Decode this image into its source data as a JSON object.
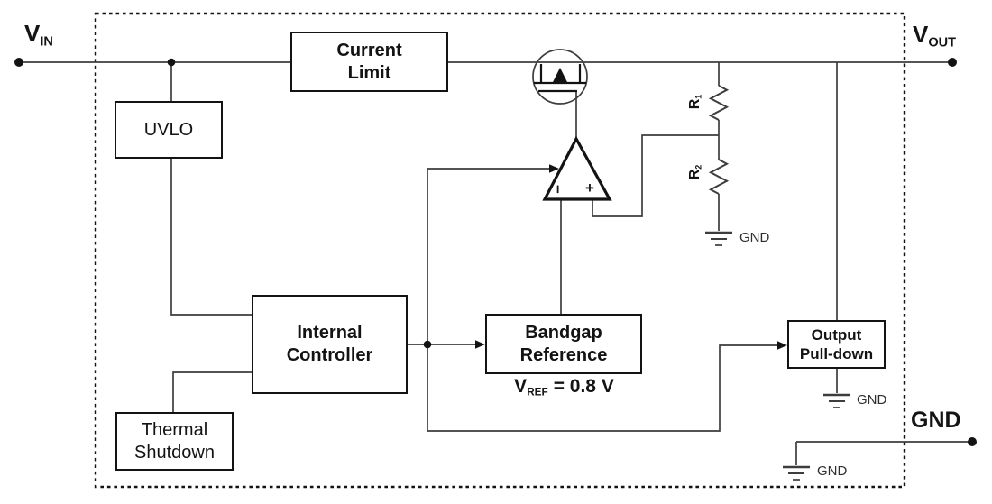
{
  "diagram": {
    "pins": {
      "vin": {
        "base": "V",
        "sub": "IN"
      },
      "vout": {
        "base": "V",
        "sub": "OUT"
      },
      "gnd": {
        "label": "GND"
      }
    },
    "blocks": {
      "current_limit": {
        "line1": "Current",
        "line2": "Limit"
      },
      "uvlo": {
        "line1": "UVLO"
      },
      "internal_controller": {
        "line1": "Internal",
        "line2": "Controller"
      },
      "thermal_shutdown": {
        "line1": "Thermal",
        "line2": "Shutdown"
      },
      "bandgap_reference": {
        "line1": "Bandgap",
        "line2": "Reference"
      },
      "output_pulldown": {
        "line1": "Output",
        "line2": "Pull-down"
      }
    },
    "annotations": {
      "vref": {
        "base": "V",
        "sub": "REF",
        "rest": "= 0.8 V"
      },
      "r1": {
        "base": "R",
        "sub": "1"
      },
      "r2": {
        "base": "R",
        "sub": "2"
      },
      "gnd_r2": "GND",
      "gnd_pulldown": "GND",
      "gnd_pin_symbol": "GND",
      "amp_minus": "−",
      "amp_plus": "+"
    },
    "colors": {
      "ink": "#131313",
      "wire": "#3d3d3d",
      "background": "#ffffff"
    }
  }
}
